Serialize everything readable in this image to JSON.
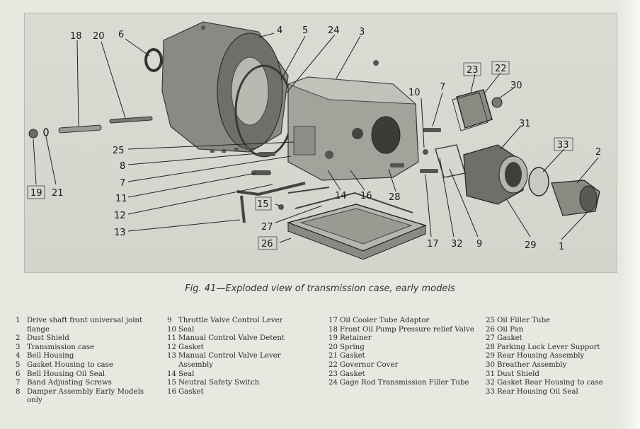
{
  "figure": {
    "callouts": [
      "18",
      "20",
      "6",
      "4",
      "5",
      "24",
      "3",
      "23",
      "22",
      "30",
      "10",
      "7",
      "31",
      "33",
      "2",
      "25",
      "8",
      "7",
      "11",
      "12",
      "13",
      "15",
      "27",
      "26",
      "14",
      "16",
      "28",
      "17",
      "32",
      "9",
      "29",
      "1",
      "19",
      "21"
    ],
    "caption": "Fig. 41—Exploded view of transmission case, early models"
  },
  "legend": {
    "col1": [
      {
        "n": "1",
        "t": "Drive shaft front universal joint flange"
      },
      {
        "n": "2",
        "t": "Dust Shield"
      },
      {
        "n": "3",
        "t": "Transmission case"
      },
      {
        "n": "4",
        "t": "Bell Housing"
      },
      {
        "n": "5",
        "t": "Gasket Housing to case"
      },
      {
        "n": "6",
        "t": "Bell Housing Oil Seal"
      },
      {
        "n": "7",
        "t": "Band Adjusting Screws"
      },
      {
        "n": "8",
        "t": "Damper Assembly Early Models only"
      }
    ],
    "col2": [
      {
        "n": "9",
        "t": "Throttle Valve Control Lever"
      },
      {
        "n": "10",
        "t": "Seal"
      },
      {
        "n": "11",
        "t": "Manual Control Valve Detent"
      },
      {
        "n": "12",
        "t": "Gasket"
      },
      {
        "n": "13",
        "t": "Manual Control Valve Lever Assembly"
      },
      {
        "n": "14",
        "t": "Seal"
      },
      {
        "n": "15",
        "t": "Neutral Safety Switch"
      },
      {
        "n": "16",
        "t": "Gasket"
      }
    ],
    "col3": [
      {
        "n": "17",
        "t": "Oil Cooler Tube Adaptor"
      },
      {
        "n": "18",
        "t": "Front Oil Pump Pressure relief Valve"
      },
      {
        "n": "19",
        "t": "Retainer"
      },
      {
        "n": "20",
        "t": "Spring"
      },
      {
        "n": "21",
        "t": "Gasket"
      },
      {
        "n": "22",
        "t": "Governor Cover"
      },
      {
        "n": "23",
        "t": "Gasket"
      },
      {
        "n": "24",
        "t": "Gage Rod Transmission Filler Tube"
      }
    ],
    "col4": [
      {
        "n": "25",
        "t": "Oil Filler Tube"
      },
      {
        "n": "26",
        "t": "Oil Pan"
      },
      {
        "n": "27",
        "t": "Gasket"
      },
      {
        "n": "28",
        "t": "Parking Lock Lever Support"
      },
      {
        "n": "29",
        "t": "Rear Housing Assembly"
      },
      {
        "n": "30",
        "t": "Breather Assembly"
      },
      {
        "n": "31",
        "t": "Dust Shield"
      },
      {
        "n": "32",
        "t": "Gasket Rear Housing to case"
      },
      {
        "n": "33",
        "t": "Rear Housing Oil Seal"
      }
    ]
  }
}
